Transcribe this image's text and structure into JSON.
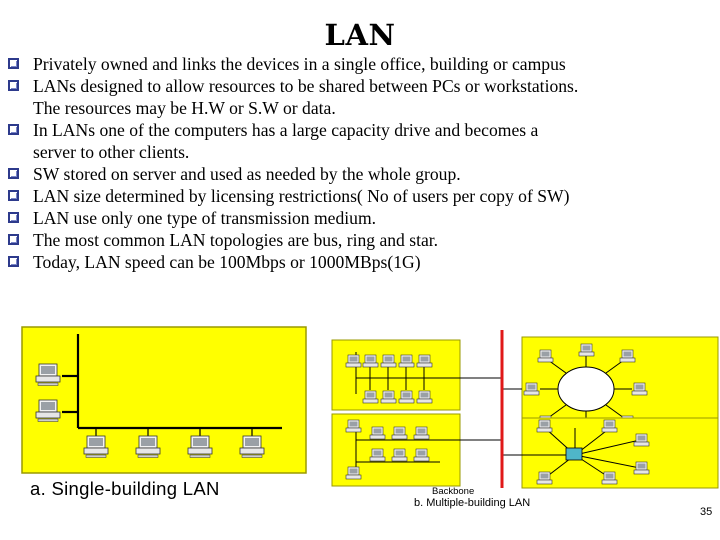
{
  "slide": {
    "title": "LAN",
    "bullets": [
      "Privately owned and links the devices in a single office, building or campus",
      "LANs designed to allow resources to be shared between PCs or workstations.",
      "The resources may be H.W or S.W or data.",
      "In LANs one of the computers has a large capacity drive and becomes a",
      "server to other clients.",
      "SW stored on server and used as needed by the whole group.",
      "LAN size determined by licensing restrictions( No of users per copy of SW)",
      "LAN use only one type of transmission medium.",
      "The most common LAN topologies are bus, ring and star.",
      "Today, LAN speed can be 100Mbps or 1000MBps(1G)"
    ],
    "bullet_has_box": [
      true,
      true,
      false,
      true,
      false,
      true,
      true,
      true,
      true,
      true
    ],
    "figure_a_caption": "a. Single-building LAN",
    "figure_b_backbone_label": "Backbone",
    "figure_b_caption": "b. Multiple-building LAN",
    "page_number": "35",
    "colors": {
      "bullet_box": "#2d3a8c",
      "building_fill": "#ffff00",
      "building_border": "#9a9a00",
      "backbone": "#e01818",
      "hub": "#4fb6c8"
    }
  }
}
